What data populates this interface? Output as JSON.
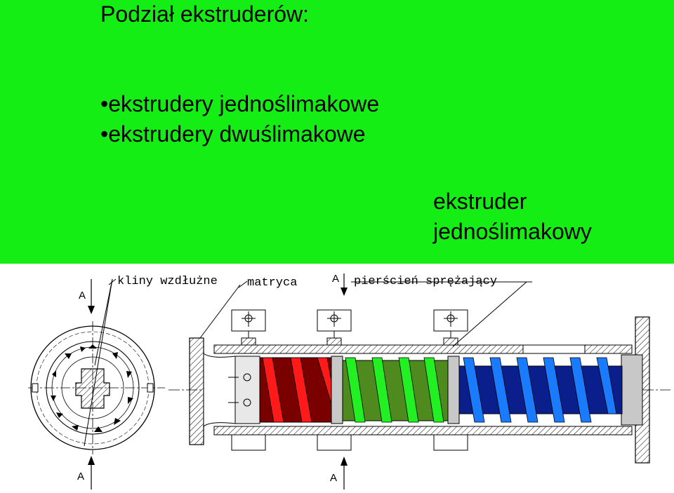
{
  "slide": {
    "title": "Podział ekstruderów:",
    "bullets": [
      "ekstrudery jednoślimakowe",
      "ekstrudery dwuślimakowe"
    ],
    "caption_line1": "ekstruder",
    "caption_line2": "jednoślimakowy",
    "bullet_symbol": "•"
  },
  "drawing": {
    "labels": {
      "wedges": "kliny wzdłużne",
      "die": "matryca",
      "ring": "pierścień sprężający"
    },
    "section_marks": {
      "left_top": "A",
      "left_bottom": "A",
      "mid_top": "A",
      "mid_bottom": "A"
    },
    "colors": {
      "background_green": "#14ee14",
      "zone_red": "#ff1a1a",
      "zone_red_dark": "#7a0000",
      "zone_green": "#22f022",
      "zone_green_dark": "#4f8a1f",
      "zone_blue": "#1a7bff",
      "zone_blue_dark": "#0a1f8c",
      "housing_gray": "#c8c8c8"
    }
  }
}
